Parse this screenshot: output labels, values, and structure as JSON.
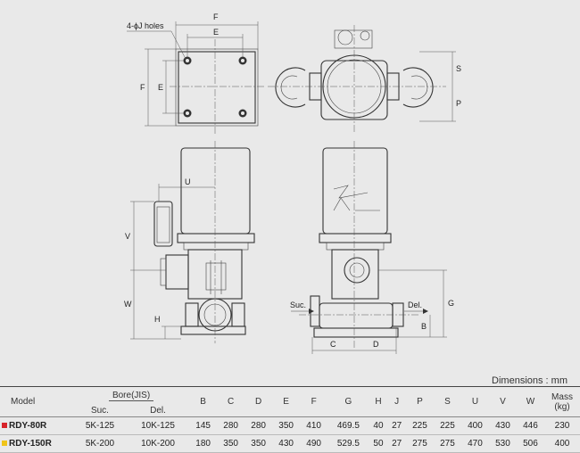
{
  "diagram": {
    "labels": {
      "holes": "4-ϕJ holes",
      "F": "F",
      "E": "E",
      "S": "S",
      "P": "P",
      "U": "U",
      "V": "V",
      "W": "W",
      "H": "H",
      "G": "G",
      "B": "B",
      "C": "C",
      "D": "D",
      "suc": "Suc.",
      "del": "Del."
    }
  },
  "table": {
    "units": "Dimensions : mm",
    "headers": {
      "model": "Model",
      "bore": "Bore(JIS)",
      "suc": "Suc.",
      "del": "Del.",
      "cols": [
        "B",
        "C",
        "D",
        "E",
        "F",
        "G",
        "H",
        "J",
        "P",
        "S",
        "U",
        "V",
        "W"
      ],
      "mass": "Mass (kg)"
    },
    "rows": [
      {
        "model": "RDY-80R",
        "color": "#d8232a",
        "suc": "5K-125",
        "del": "10K-125",
        "values": [
          "145",
          "280",
          "280",
          "350",
          "410",
          "469.5",
          "40",
          "27",
          "225",
          "225",
          "400",
          "430",
          "446"
        ],
        "mass": "230"
      },
      {
        "model": "RDY-150R",
        "color": "#f0c419",
        "suc": "5K-200",
        "del": "10K-200",
        "values": [
          "180",
          "350",
          "350",
          "430",
          "490",
          "529.5",
          "50",
          "27",
          "275",
          "275",
          "470",
          "530",
          "506"
        ],
        "mass": "400"
      }
    ]
  }
}
